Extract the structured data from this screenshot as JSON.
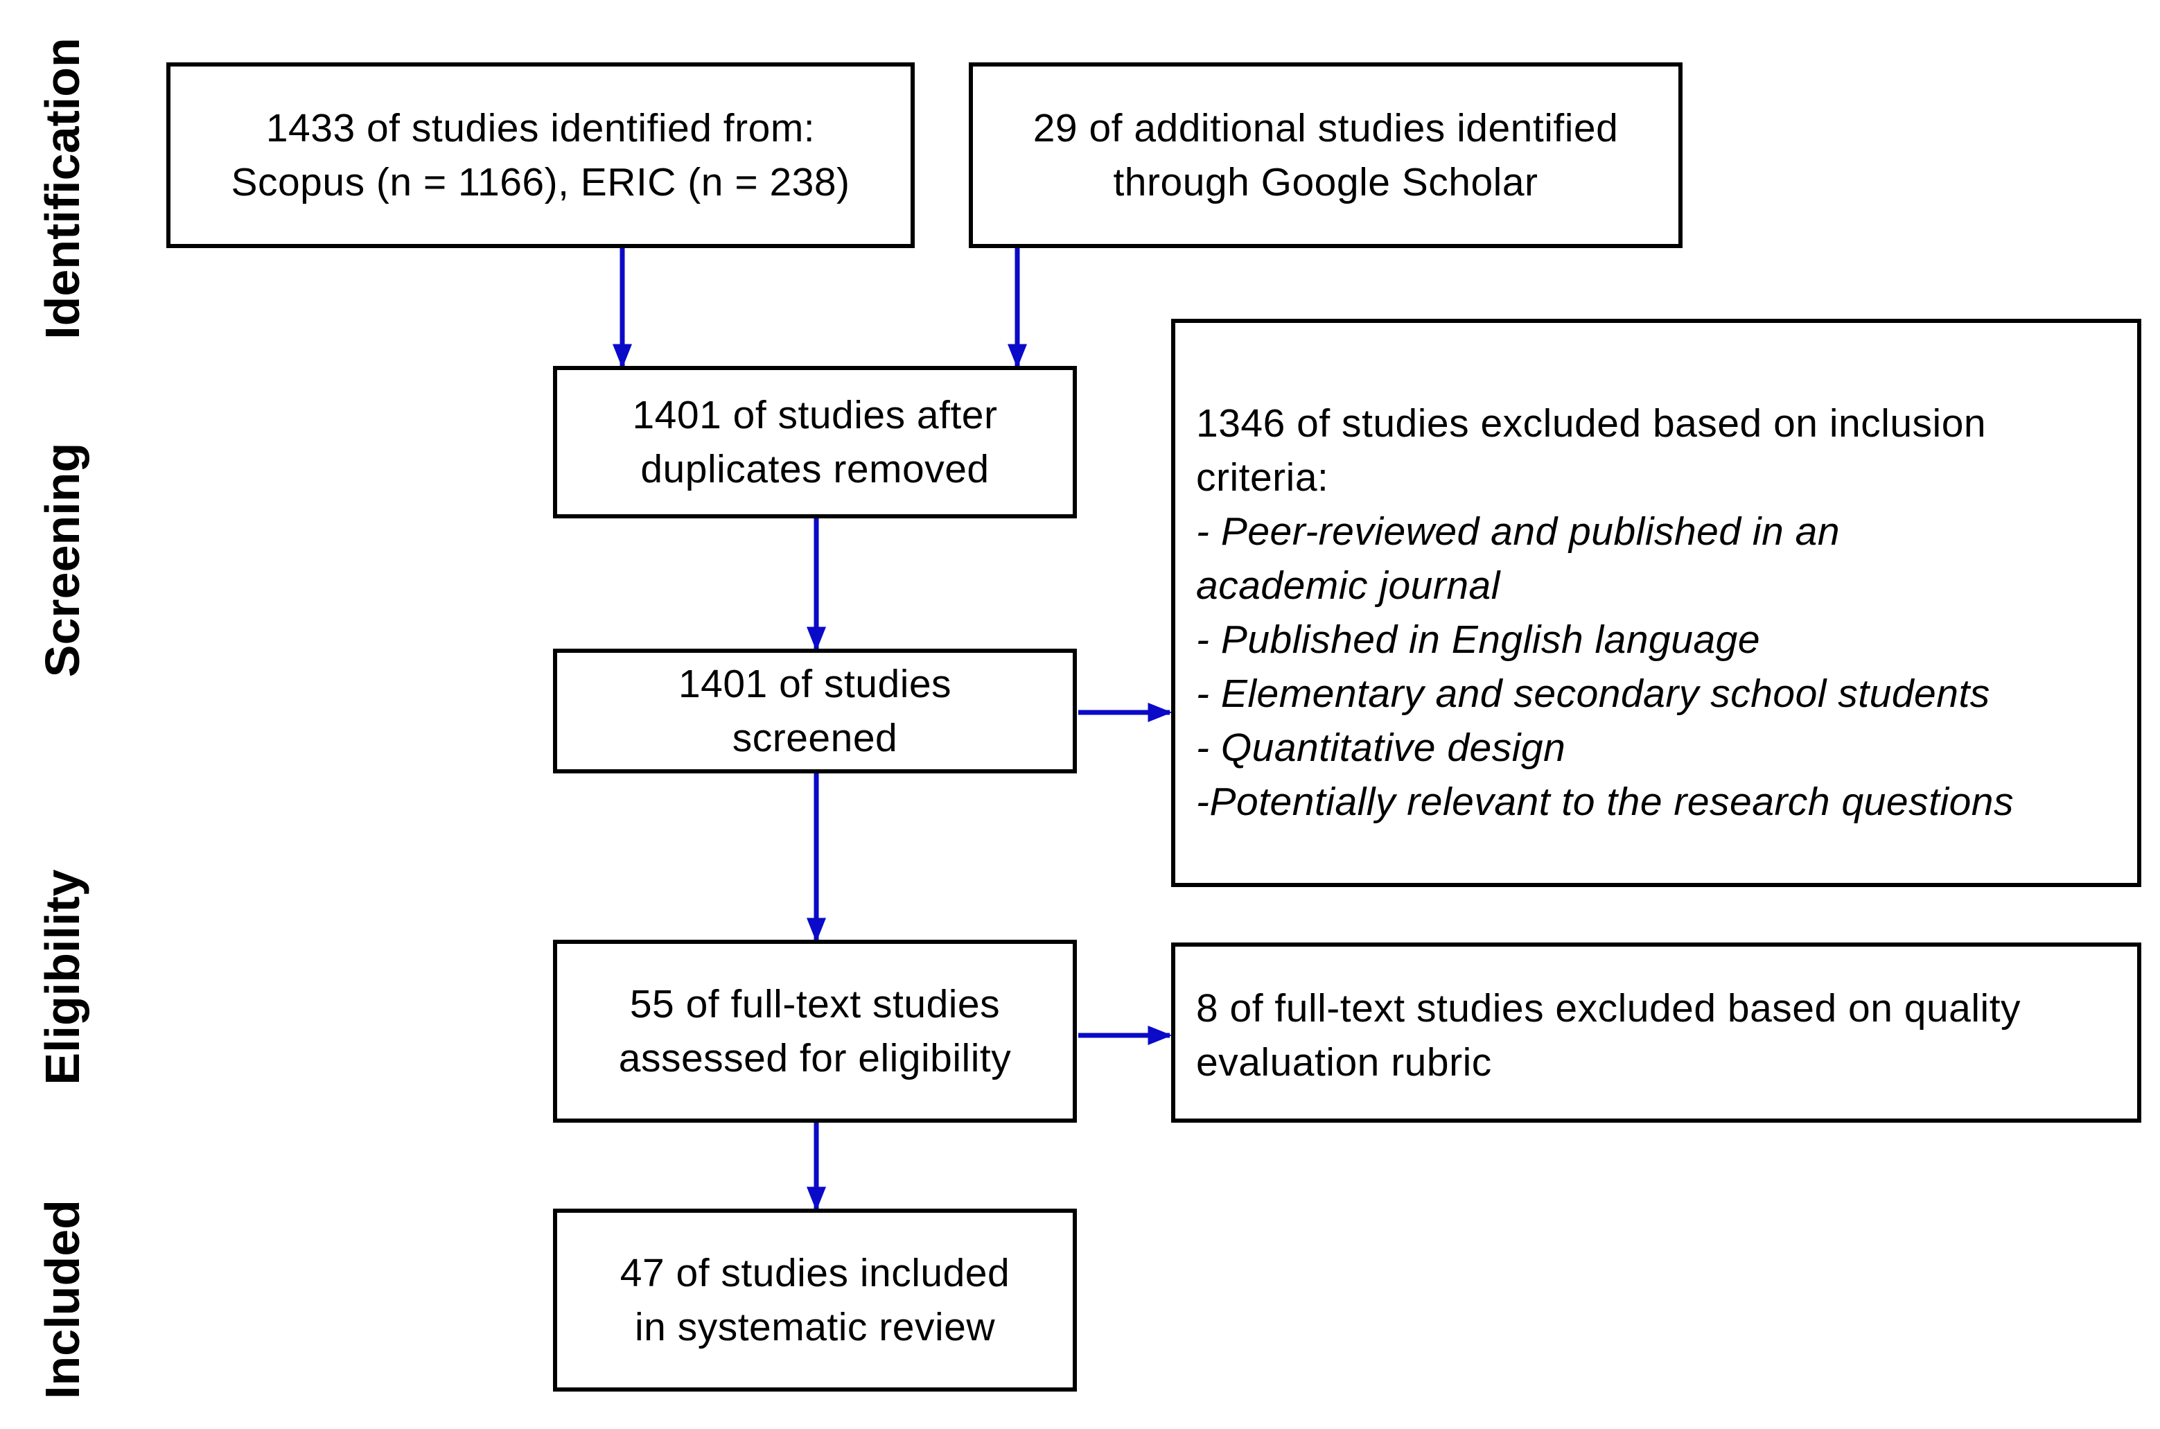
{
  "colors": {
    "arrow": "#0a0ac8",
    "border": "#000000",
    "text": "#000000",
    "background": "#ffffff"
  },
  "stages": {
    "identification": "Identification",
    "screening": "Screening",
    "eligibility": "Eligibility",
    "included": "Included"
  },
  "boxes": {
    "databases": {
      "line1": "1433 of studies identified from:",
      "line2": "Scopus (n = 1166), ERIC (n = 238)"
    },
    "google_scholar": {
      "line1": "29 of additional studies identified",
      "line2": "through Google Scholar"
    },
    "duplicates_removed": {
      "line1": "1401 of studies after",
      "line2": "duplicates removed"
    },
    "screened": {
      "line1": "1401 of studies",
      "line2": "screened"
    },
    "excluded_criteria": {
      "line1": "1346 of studies excluded based on inclusion",
      "line2": "criteria:",
      "criteria": [
        "- Peer-reviewed and published in an",
        "academic journal",
        "- Published in English language",
        "- Elementary and secondary school students",
        "- Quantitative design",
        "-Potentially relevant to the research questions"
      ]
    },
    "full_text_assessed": {
      "line1": "55 of full-text studies",
      "line2": "assessed for eligibility"
    },
    "excluded_quality": {
      "line1": "8 of full-text studies excluded based on quality",
      "line2": "evaluation rubric"
    },
    "included": {
      "line1": "47 of studies included",
      "line2": "in systematic review"
    }
  }
}
